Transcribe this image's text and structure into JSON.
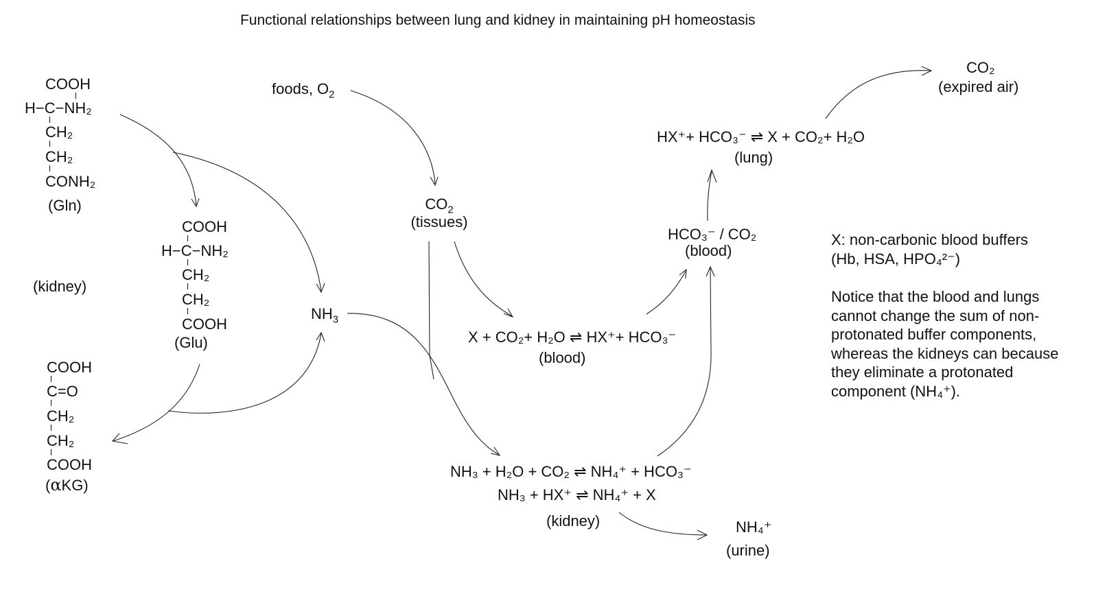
{
  "title": "Functional relationships between lung and kidney in maintaining pH homeostasis",
  "labels": {
    "kidney_left": "(kidney)",
    "gln": "(Gln)",
    "glu": "(Glu)",
    "akg_open": "(",
    "alpha": "α",
    "akg_close": "KG)",
    "foods": "foods, O",
    "o2_sub": "2",
    "co2_tissues_a": "CO",
    "co2_tissues_sub": "2",
    "tissues": "(tissues)",
    "nh3": "NH",
    "nh3_sub": "3",
    "blood_eq": "X + CO₂+ H₂O ⇌ HX⁺+ HCO₃⁻",
    "blood": "(blood)",
    "hco3_co2": "HCO₃⁻ / CO₂",
    "blood2": "(blood)",
    "lung_eq": "HX⁺+ HCO₃⁻ ⇌ X + CO₂+ H₂O",
    "lung": "(lung)",
    "co2_expired": "CO₂",
    "expired_air": "(expired air)",
    "kidney_eq1": "NH₃ + H₂O + CO₂ ⇌ NH₄⁺ + HCO₃⁻",
    "kidney_eq2": "NH₃ + HX⁺ ⇌ NH₄⁺ + X",
    "kidney_bottom": "(kidney)",
    "nh4_urine": "NH₄⁺",
    "urine": "(urine)"
  },
  "structures": {
    "gln": [
      "COOH",
      "H−C−NH₂",
      "CH₂",
      "CH₂",
      "CONH₂"
    ],
    "glu": [
      "COOH",
      "H−C−NH₂",
      "CH₂",
      "CH₂",
      "COOH"
    ],
    "akg": [
      "COOH",
      "C=O",
      "CH₂",
      "CH₂",
      "COOH"
    ]
  },
  "notes": {
    "line1": "X: non-carbonic blood buffers",
    "line2": "(Hb, HSA, HPO₄²⁻)",
    "para": [
      "Notice that the blood and lungs",
      "cannot change the sum of non-",
      "protonated buffer components,",
      "whereas the kidneys can because",
      "they eliminate a protonated",
      "component (NH₄⁺)."
    ]
  }
}
